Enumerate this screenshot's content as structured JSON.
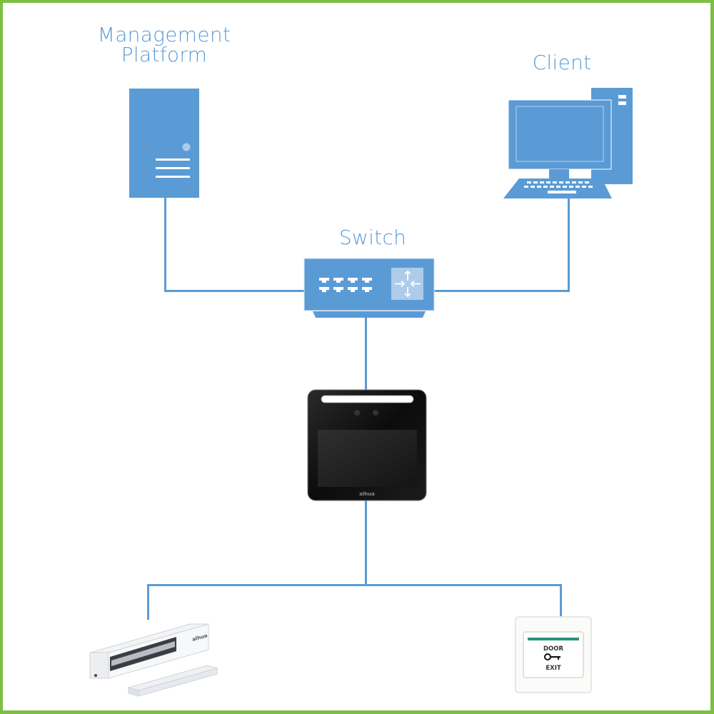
{
  "diagram": {
    "title": "Network topology",
    "accent_color": "#5b9bd5",
    "border_color": "#7dbf42",
    "nodes": {
      "management_platform": {
        "label_line1": "Management",
        "label_line2": "Platform",
        "icon": "server-icon"
      },
      "client": {
        "label": "Client",
        "icon": "desktop-computer-icon"
      },
      "switch": {
        "label": "Switch",
        "icon": "network-switch-icon"
      },
      "access_terminal": {
        "label": "",
        "icon": "face-recognition-terminal-icon",
        "brand_mark": "alhua"
      },
      "magnetic_lock": {
        "label": "",
        "icon": "magnetic-lock-icon"
      },
      "exit_button": {
        "label": "",
        "icon": "door-exit-button-icon",
        "text_top": "DOOR",
        "text_bottom": "EXIT"
      }
    },
    "edges": [
      {
        "from": "management_platform",
        "to": "switch"
      },
      {
        "from": "client",
        "to": "switch"
      },
      {
        "from": "switch",
        "to": "access_terminal"
      },
      {
        "from": "access_terminal",
        "to": "magnetic_lock"
      },
      {
        "from": "access_terminal",
        "to": "exit_button"
      }
    ]
  }
}
